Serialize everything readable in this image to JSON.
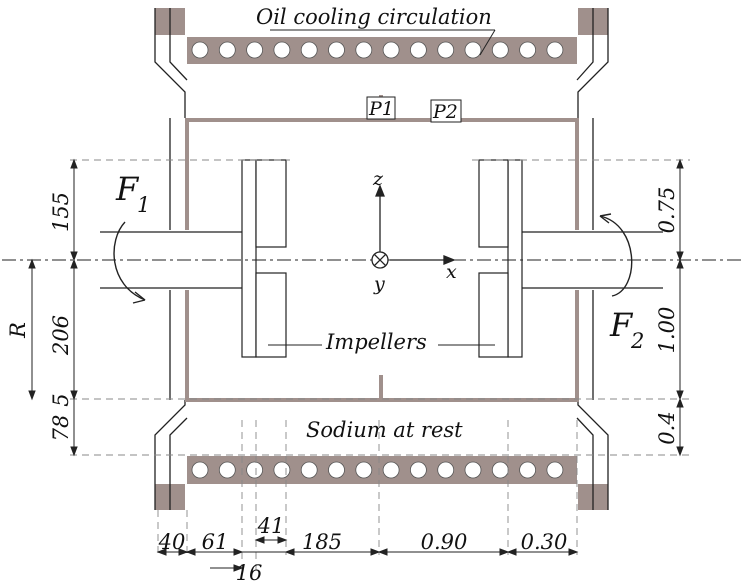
{
  "labels": {
    "oil_cooling": "Oil cooling circulation",
    "p1": "P1",
    "p2": "P2",
    "impellers": "Impellers",
    "sodium": "Sodium at rest",
    "f1_main": "F",
    "f1_sub": "1",
    "f2_main": "F",
    "f2_sub": "2",
    "axis_z": "z",
    "axis_x": "x",
    "axis_y": "y",
    "radius": "R"
  },
  "left_dims": {
    "top": "155",
    "middle": "206",
    "small": "5",
    "bottom": "78"
  },
  "right_dims": {
    "top": "0.75",
    "middle": "1.00",
    "bottom": "0.4"
  },
  "bottom_dims": {
    "d1": "40",
    "d2": "61",
    "d3": "41",
    "d4": "185",
    "d5": "0.90",
    "d6": "0.30",
    "d_below": "16"
  },
  "colors": {
    "wall": "#a0908c",
    "line": "#222222",
    "dash": "#888888",
    "tank": "#a0908c"
  }
}
